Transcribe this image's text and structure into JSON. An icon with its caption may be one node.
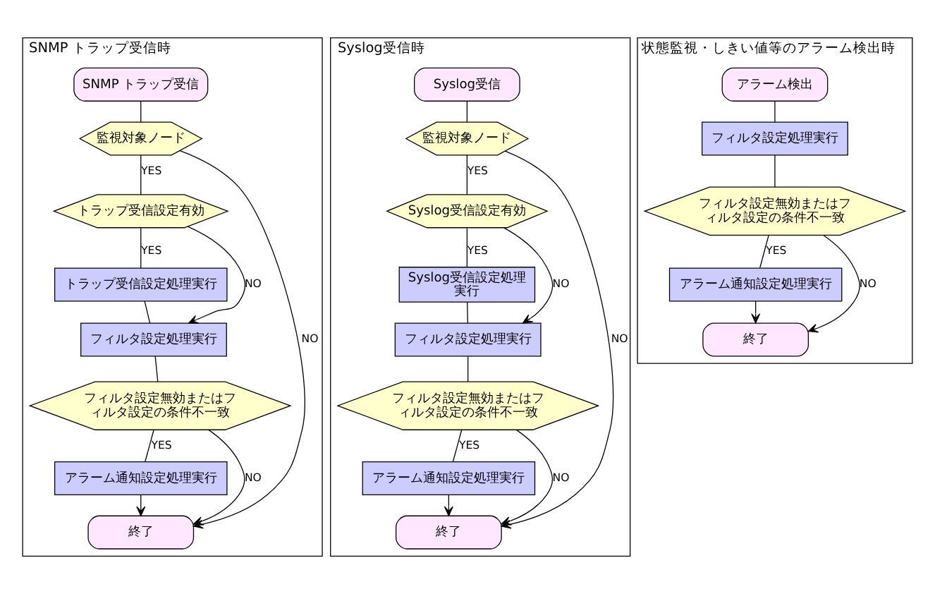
{
  "diagram": {
    "nodes": [
      {
        "text": [
          "SNMP トラップ受信時"
        ]
      },
      {
        "text": [
          "SNMP トラップ受信"
        ],
        "in": 0
      },
      {
        "text": [
          "監視対象ノード"
        ],
        "in": 0
      },
      {
        "text": [
          "トラップ受信設定有効"
        ],
        "in": 0
      },
      {
        "text": [
          "トラップ受信設定処理実行"
        ],
        "in": 0
      },
      {
        "text": [
          "フィルタ設定処理実行"
        ],
        "in": 0
      },
      {
        "text": [
          "フィルタ設定無効またはフィルタ設定の条件不一致"
        ],
        "in": 0
      },
      {
        "text": [
          "アラーム通知設定処理実行"
        ],
        "in": 0
      },
      {
        "text": [
          "終了"
        ],
        "in": 0
      },
      {
        "text": [
          "Syslog受信時"
        ]
      },
      {
        "text": [
          "Syslog受信"
        ],
        "in": 9
      },
      {
        "text": [
          "監視対象ノード"
        ],
        "in": 9
      },
      {
        "text": [
          "Syslog受信設定有効"
        ],
        "in": 9
      },
      {
        "text": [
          "Syslog受信設定処理実行"
        ],
        "in": 9
      },
      {
        "text": [
          "フィルタ設定処理実行"
        ],
        "in": 9
      },
      {
        "text": [
          "フィルタ設定無効またはフィルタ設定の条件不一致"
        ],
        "in": 9
      },
      {
        "text": [
          "アラーム通知設定処理実行"
        ],
        "in": 9
      },
      {
        "text": [
          "終了"
        ],
        "in": 9
      },
      {
        "text": [
          "状態監視・しきい値等のアラーム検出時"
        ]
      },
      {
        "text": [
          "アラーム検出"
        ],
        "in": 18
      },
      {
        "text": [
          "フィルタ設定処理実行"
        ],
        "in": 18
      },
      {
        "text": [
          "フィルタ設定無効またはフィルタ設定の条件不一致"
        ],
        "in": 18
      },
      {
        "text": [
          "アラーム通知設定処理実行"
        ],
        "in": 18
      },
      {
        "text": [
          "終了"
        ],
        "in": 18
      }
    ],
    "edges": [
      {
        "from": 1,
        "to": 2,
        "arrow": "none"
      },
      {
        "from": 2,
        "to": 3,
        "arrow": "none",
        "label": "YES"
      },
      {
        "from": 2,
        "to": 8,
        "arrow": "to",
        "label": "NO"
      },
      {
        "from": 3,
        "to": 4,
        "arrow": "none",
        "label": "YES"
      },
      {
        "from": 3,
        "to": 5,
        "arrow": "to",
        "label": "NO"
      },
      {
        "from": 4,
        "to": 5,
        "arrow": "none"
      },
      {
        "from": 5,
        "to": 6,
        "arrow": "none"
      },
      {
        "from": 6,
        "to": 7,
        "arrow": "none",
        "label": "YES"
      },
      {
        "from": 6,
        "to": 8,
        "arrow": "to",
        "label": "NO"
      },
      {
        "from": 7,
        "to": 8,
        "arrow": "to"
      },
      {
        "from": 10,
        "to": 11,
        "arrow": "none"
      },
      {
        "from": 11,
        "to": 12,
        "arrow": "none",
        "label": "YES"
      },
      {
        "from": 11,
        "to": 17,
        "arrow": "to",
        "label": "NO"
      },
      {
        "from": 12,
        "to": 13,
        "arrow": "none",
        "label": "YES"
      },
      {
        "from": 12,
        "to": 14,
        "arrow": "to",
        "label": "NO"
      },
      {
        "from": 13,
        "to": 14,
        "arrow": "none"
      },
      {
        "from": 14,
        "to": 15,
        "arrow": "none"
      },
      {
        "from": 15,
        "to": 16,
        "arrow": "none",
        "label": "YES"
      },
      {
        "from": 15,
        "to": 17,
        "arrow": "to",
        "label": "NO"
      },
      {
        "from": 16,
        "to": 17,
        "arrow": "to"
      },
      {
        "from": 19,
        "to": 20,
        "arrow": "none"
      },
      {
        "from": 20,
        "to": 21,
        "arrow": "none"
      },
      {
        "from": 21,
        "to": 22,
        "arrow": "none",
        "label": "YES"
      },
      {
        "from": 21,
        "to": 23,
        "arrow": "to",
        "label": "NO"
      },
      {
        "from": 22,
        "to": 23,
        "arrow": "to"
      }
    ]
  }
}
